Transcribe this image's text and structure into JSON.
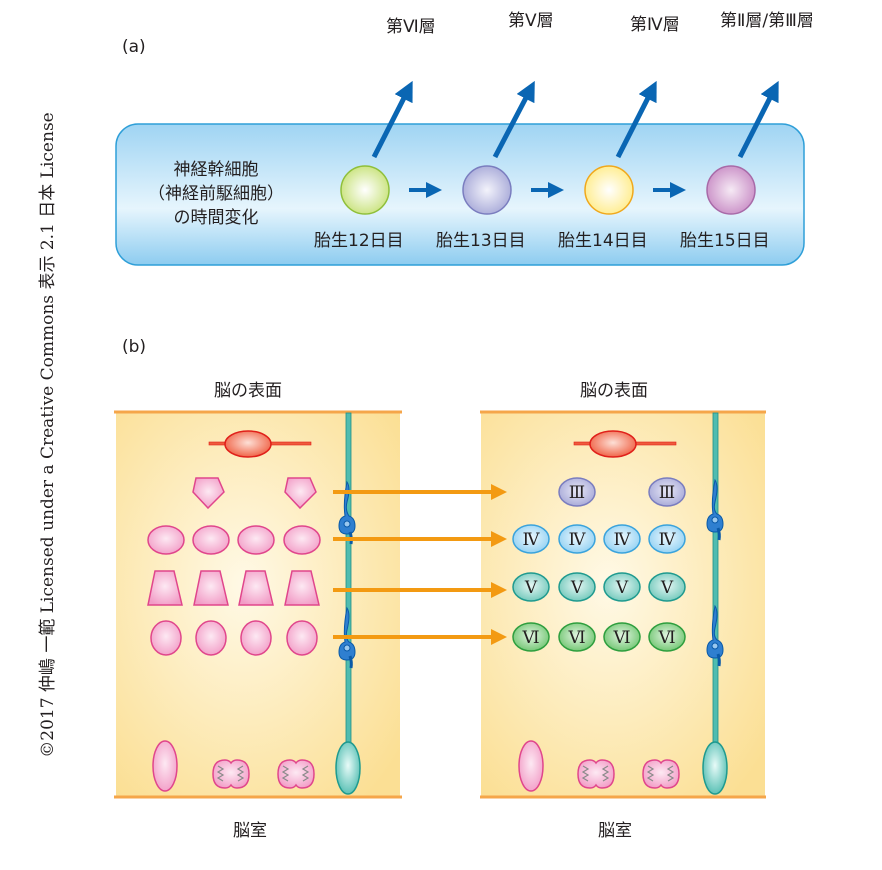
{
  "copyright": "©2017 仲嶋 一範 Licensed under a Creative Commons 表示 2.1 日本 License",
  "panel_a": {
    "label": "(a)",
    "stem_cell_label_lines": [
      "神経幹細胞",
      "（神経前駆細胞）",
      "の時間変化"
    ],
    "stages": [
      {
        "day_label": "胎生12日目",
        "layer_label": "第Ⅵ層",
        "color": "#cfe58a",
        "stroke": "#8fbf3a"
      },
      {
        "day_label": "胎生13日目",
        "layer_label": "第Ⅴ層",
        "color": "#b3b5de",
        "stroke": "#7a7dbf"
      },
      {
        "day_label": "胎生14日目",
        "layer_label": "第Ⅳ層",
        "color": "#fff3a8",
        "stroke": "#f0a81c"
      },
      {
        "day_label": "胎生15日目",
        "layer_label": "第Ⅱ層/第Ⅲ層",
        "color": "#d8a6d4",
        "stroke": "#a86aa8"
      }
    ],
    "arrow_color": "#0a66b3",
    "box_color_top": "#a8d8f5",
    "box_color_mid": "#e2f3fc",
    "box_border": "#2f9fd8"
  },
  "panel_b": {
    "label": "(b)",
    "left_column": {
      "surface_label": "脳の表面",
      "ventricle_label": "脳室"
    },
    "right_column": {
      "surface_label": "脳の表面",
      "ventricle_label": "脳室",
      "rows": [
        {
          "numeral": "Ⅲ",
          "count": 2,
          "fill": "#b3b5de",
          "stroke": "#7a7dbf"
        },
        {
          "numeral": "Ⅳ",
          "count": 4,
          "fill": "#a9dcf5",
          "stroke": "#3aa3dc"
        },
        {
          "numeral": "Ⅴ",
          "count": 4,
          "fill": "#7fd0c4",
          "stroke": "#1f9a8f"
        },
        {
          "numeral": "Ⅵ",
          "count": 4,
          "fill": "#86cf86",
          "stroke": "#2e9e3e"
        }
      ]
    },
    "migration_arrow_color": "#f39a12",
    "column_bg": "#fbe3a0",
    "boundary_color": "#f5a64a",
    "pink_fill": "#f6b6d6",
    "pink_stroke": "#e0468c"
  }
}
